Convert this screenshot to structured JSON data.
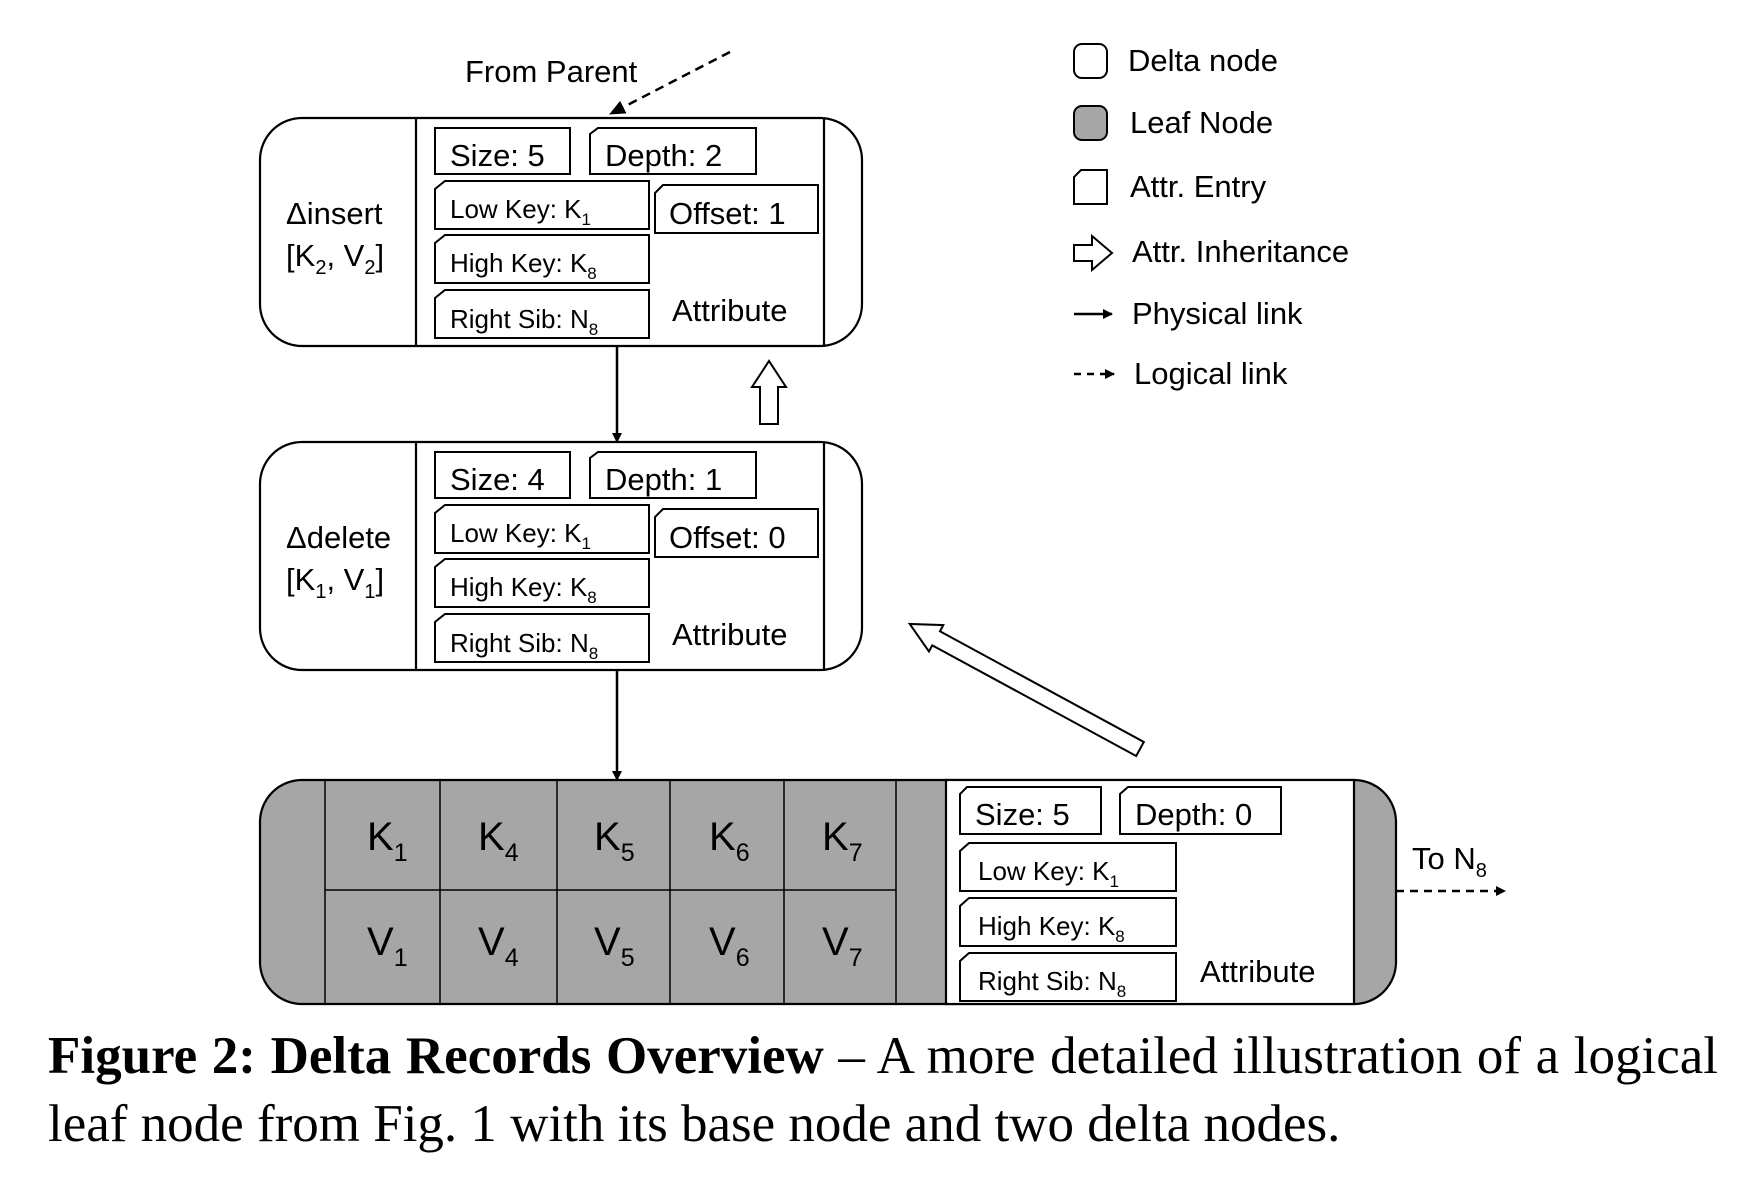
{
  "from_parent": "From Parent",
  "legend": [
    {
      "kind": "delta",
      "label": "Delta node"
    },
    {
      "kind": "leaf",
      "label": "Leaf Node"
    },
    {
      "kind": "entry",
      "label": "Attr. Entry"
    },
    {
      "kind": "inherit",
      "label": "Attr. Inheritance"
    },
    {
      "kind": "physical",
      "label": "Physical link"
    },
    {
      "kind": "logical",
      "label": "Logical link"
    }
  ],
  "delta_insert": {
    "op": "Δinsert",
    "key": {
      "main": "K",
      "sub": "2"
    },
    "val": {
      "main": "V",
      "sub": "2"
    },
    "size": "Size: 5",
    "depth": "Depth: 2",
    "offset": "Offset: 1",
    "low_key": {
      "prefix": "Low Key: K",
      "sub": "1"
    },
    "high_key": {
      "prefix": "High Key: K",
      "sub": "8"
    },
    "right_sib": {
      "prefix": "Right Sib: N",
      "sub": "8"
    },
    "attribute": "Attribute"
  },
  "delta_delete": {
    "op": "Δdelete",
    "key": {
      "main": "K",
      "sub": "1"
    },
    "val": {
      "main": "V",
      "sub": "1"
    },
    "size": "Size: 4",
    "depth": "Depth: 1",
    "offset": "Offset: 0",
    "low_key": {
      "prefix": "Low Key: K",
      "sub": "1"
    },
    "high_key": {
      "prefix": "High Key: K",
      "sub": "8"
    },
    "right_sib": {
      "prefix": "Right Sib: N",
      "sub": "8"
    },
    "attribute": "Attribute"
  },
  "base_node": {
    "keys": [
      {
        "main": "K",
        "sub": "1"
      },
      {
        "main": "K",
        "sub": "4"
      },
      {
        "main": "K",
        "sub": "5"
      },
      {
        "main": "K",
        "sub": "6"
      },
      {
        "main": "K",
        "sub": "7"
      }
    ],
    "values": [
      {
        "main": "V",
        "sub": "1"
      },
      {
        "main": "V",
        "sub": "4"
      },
      {
        "main": "V",
        "sub": "5"
      },
      {
        "main": "V",
        "sub": "6"
      },
      {
        "main": "V",
        "sub": "7"
      }
    ],
    "size": "Size: 5",
    "depth": "Depth: 0",
    "low_key": {
      "prefix": "Low Key: K",
      "sub": "1"
    },
    "high_key": {
      "prefix": "High Key: K",
      "sub": "8"
    },
    "right_sib": {
      "prefix": "Right Sib: N",
      "sub": "8"
    },
    "attribute": "Attribute",
    "to_sibling": {
      "prefix": "To N",
      "sub": "8"
    }
  },
  "caption": {
    "bold": "Figure 2: Delta Records Overview",
    "text": " – A more detailed illustration of a logical leaf node from Fig. 1 with its base node and two delta nodes."
  },
  "colors": {
    "leaf_fill": "#a6a6a6",
    "stroke": "#000000",
    "background": "#ffffff"
  }
}
